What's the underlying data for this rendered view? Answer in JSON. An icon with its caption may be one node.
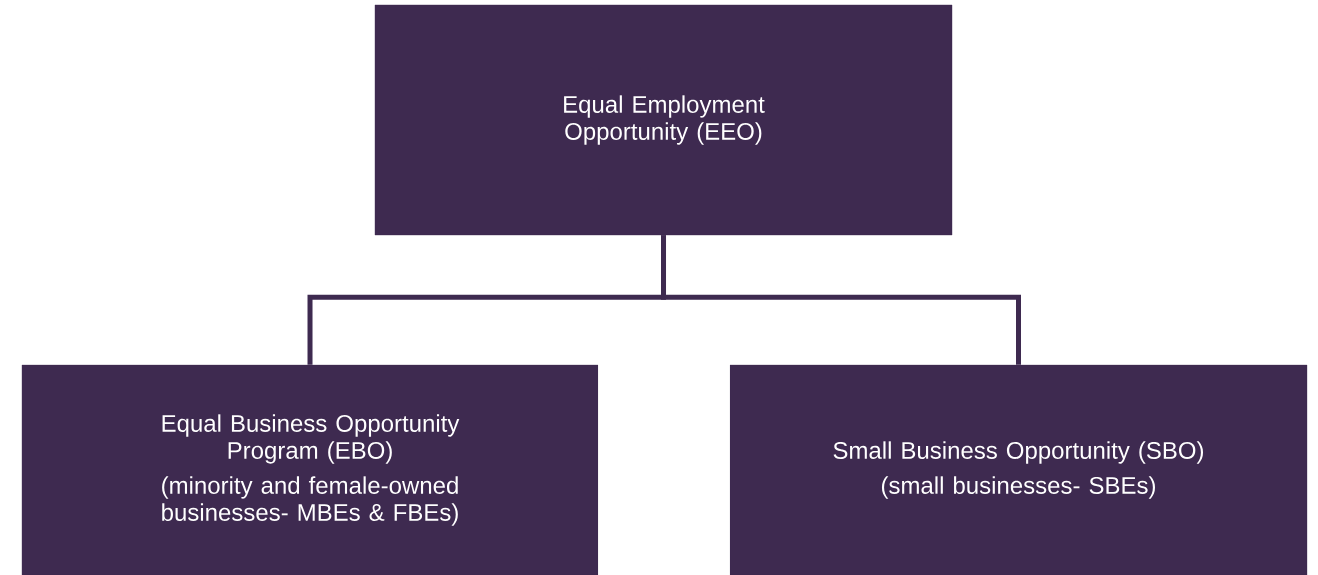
{
  "diagram": {
    "nodes": [
      {
        "text": [
          "Equal Employment Opportunity (EEO)"
        ]
      },
      {
        "text": [
          "Equal Business Opportunity Program (EBO)",
          "(minority and female-owned businesses- MBEs & FBEs)"
        ]
      },
      {
        "text": [
          "Small Business Opportunity (SBO)",
          "(small businesses- SBEs)"
        ]
      }
    ],
    "edges": [
      {
        "from": 0,
        "to": 1,
        "arrow": "none"
      },
      {
        "from": 0,
        "to": 2,
        "arrow": "none"
      }
    ]
  }
}
